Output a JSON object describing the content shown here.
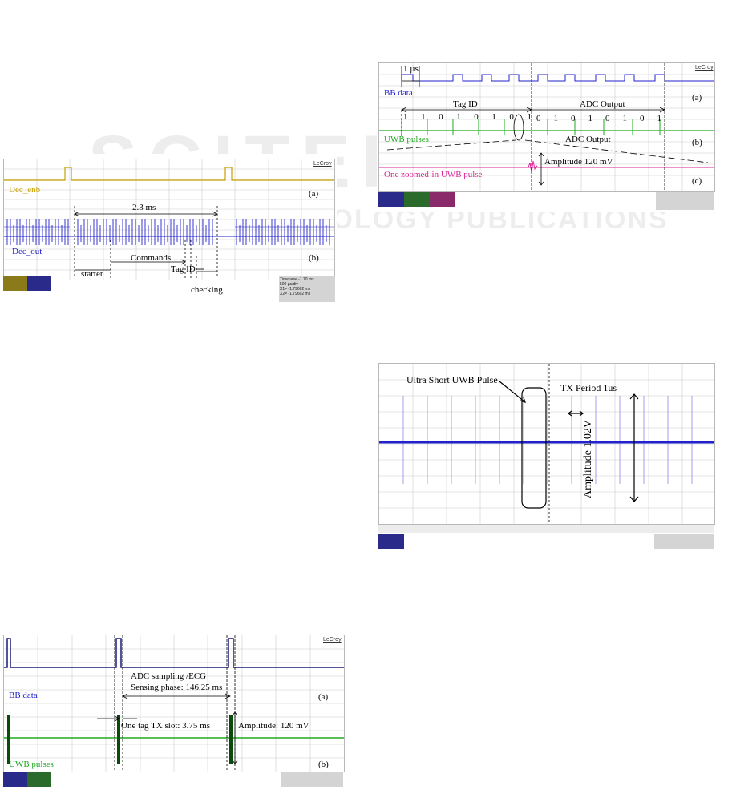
{
  "watermark": {
    "main": "SCITEPRESS",
    "sub": "SCIENCE AND TECHNOLOGY PUBLICATIONS"
  },
  "scope_brand": "LeCroy",
  "figure_a": {
    "trace1": "Dec_enb",
    "trace2": "Dec_out",
    "sub_a": "(a)",
    "sub_b": "(b)",
    "span": "2.3 ms",
    "starter": "starter",
    "commands": "Commands",
    "tag_id": "Tag ID",
    "checking": "checking",
    "status": [
      "Timebase -1.70 ms",
      "500 µs/div",
      "X1= -1.79602 ms",
      "X2= -1.79602 ms"
    ]
  },
  "figure_b": {
    "trace1": "BB data",
    "trace2": "UWB pulses",
    "trace3": "One zoomed-in UWB pulse",
    "period": "1 µs",
    "tag_id": "Tag ID",
    "adc_output_top": "ADC Output",
    "adc_output_mid": "ADC Output",
    "bits_tag": [
      "1",
      "1",
      "0",
      "1",
      "0",
      "1",
      "0",
      "1"
    ],
    "bits_adc": [
      "0",
      "1",
      "0",
      "1",
      "0",
      "1",
      "0",
      "1"
    ],
    "amplitude": "Amplitude 120 mV",
    "sub_a": "(a)",
    "sub_b": "(b)",
    "sub_c": "(c)"
  },
  "figure_c": {
    "pulse_label": "Ultra Short UWB Pulse",
    "period_label": "TX Period 1us",
    "amplitude_label": "Amplitude 1.02V"
  },
  "figure_d": {
    "trace1": "BB data",
    "trace2": "UWB pulses",
    "phase_line1": "ADC sampling /ECG",
    "phase_line2": "Sensing phase: 146.25 ms",
    "slot": "One tag TX slot: 3.75 ms",
    "amplitude": "Amplitude: 120 mV",
    "sub_a": "(a)",
    "sub_b": "(b)"
  },
  "colors": {
    "blue": "#2222cc",
    "gold": "#c8a000",
    "green": "#22aa22",
    "magenta": "#dd2299",
    "grid": "#cccccc"
  }
}
